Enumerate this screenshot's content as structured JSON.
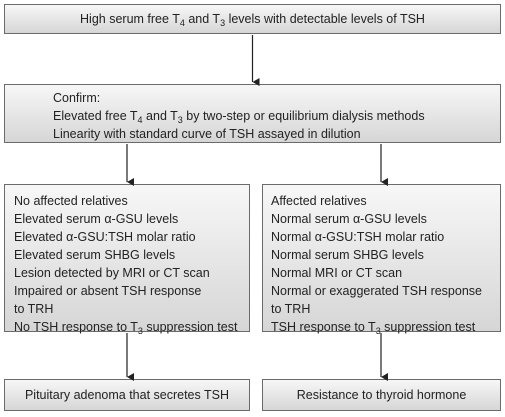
{
  "top_box": {
    "pre": "High serum free T",
    "sub1": "4",
    "mid": " and T",
    "sub2": "3",
    "post": " levels with detectable levels of TSH"
  },
  "confirm_box": {
    "heading": "Confirm:",
    "line1": {
      "pre": "Elevated free T",
      "sub1": "4",
      "mid": " and T",
      "sub2": "3",
      "post": " by two-step or equilibrium dialysis methods"
    },
    "line2": "Linearity with standard curve of TSH assayed in dilution"
  },
  "left_box": {
    "items": [
      "No affected relatives",
      "Elevated serum α-GSU levels",
      "Elevated α-GSU:TSH molar ratio",
      "Elevated serum SHBG levels",
      "Lesion detected by MRI or CT scan",
      "Impaired or absent TSH response",
      "to TRH"
    ],
    "last": {
      "pre": "No TSH response to T",
      "sub": "3",
      "post": " suppression test"
    }
  },
  "right_box": {
    "items": [
      "Affected relatives",
      "Normal serum α-GSU levels",
      "Normal α-GSU:TSH molar ratio",
      "Normal serum SHBG levels",
      "Normal MRI or CT scan",
      "Normal or exaggerated TSH response",
      "to TRH"
    ],
    "last": {
      "pre": "TSH response to T",
      "sub": "3",
      "post": " suppression test"
    }
  },
  "outcome_left": "Pituitary adenoma that secretes TSH",
  "outcome_right": "Resistance to thyroid hormone"
}
